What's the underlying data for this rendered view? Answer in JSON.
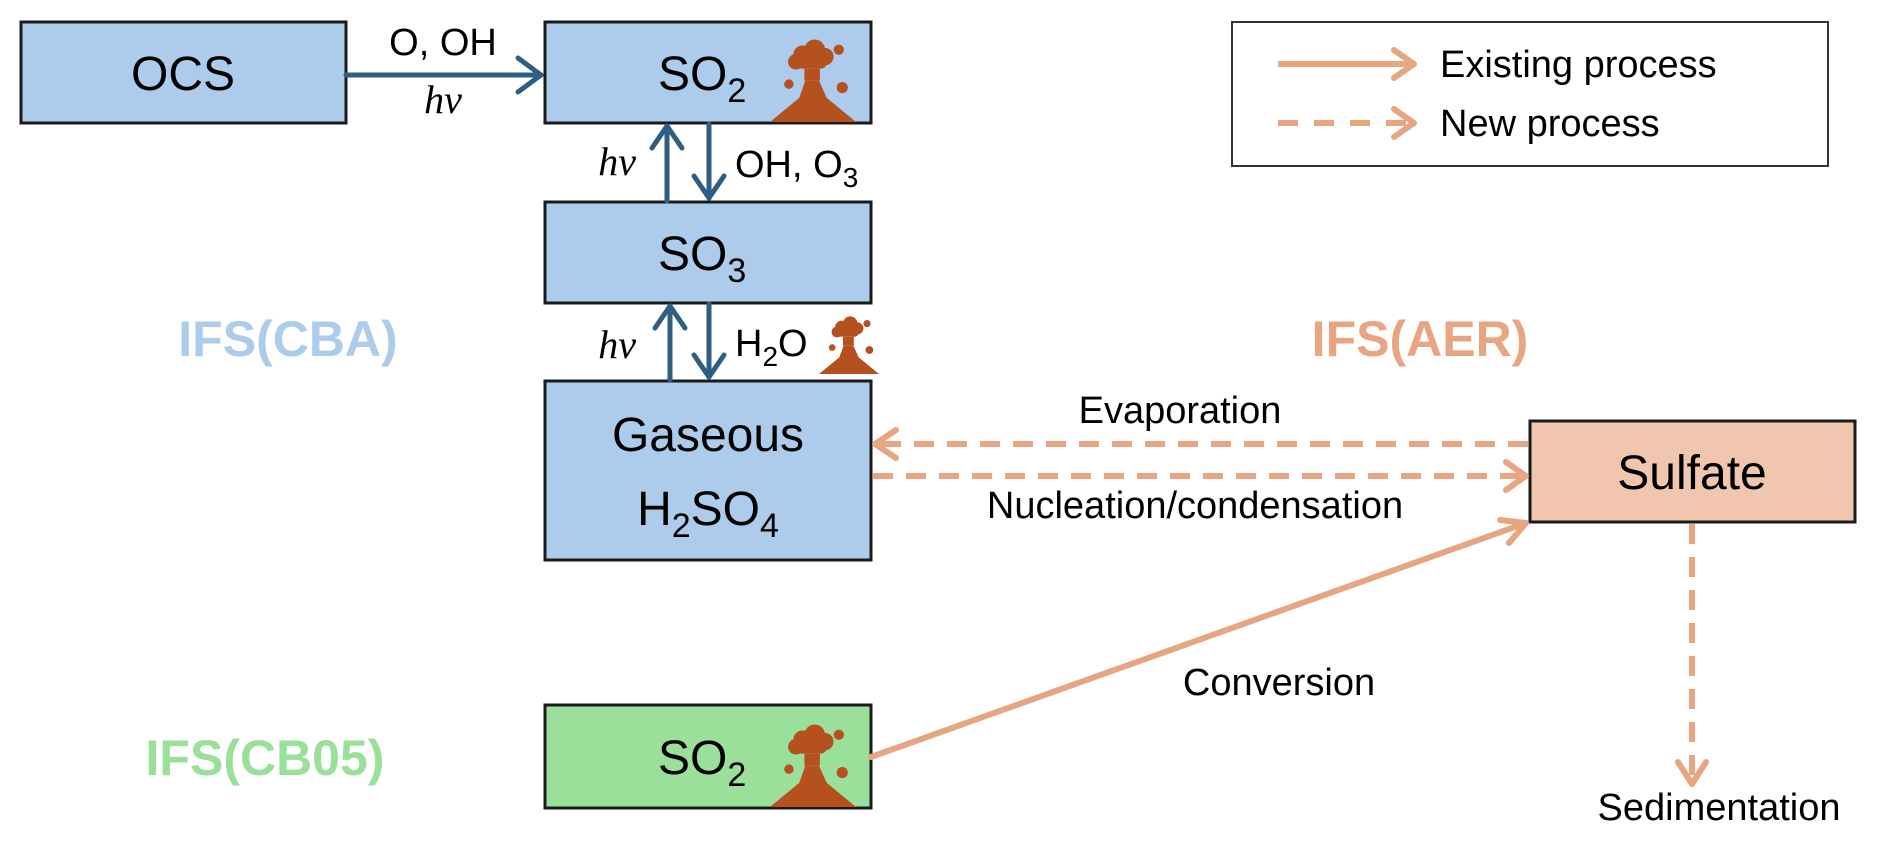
{
  "colors": {
    "cba_box": "#ADCBEA",
    "cb05_box": "#9AE09A",
    "sulfate_box": "#F1C6AE",
    "chem_arrow": "#2E5F82",
    "aer_arrow": "#E8A582",
    "volcano": "#B5501F",
    "cba_label": "#ADCBEA",
    "cb05_label": "#9AE09A",
    "aer_label": "#E8A582"
  },
  "models": {
    "cba": "IFS(CBA)",
    "aer": "IFS(AER)",
    "cb05": "IFS(CB05)"
  },
  "boxes": {
    "ocs": {
      "text": "OCS"
    },
    "so2_top": {
      "base": "SO",
      "sub": "2",
      "icon": "volcano-icon"
    },
    "so3": {
      "base": "SO",
      "sub": "3"
    },
    "h2so4": {
      "line1": "Gaseous",
      "h": "H",
      "sub1": "2",
      "so": "SO",
      "sub2": "4"
    },
    "sulfate": {
      "text": "Sulfate"
    },
    "so2_cb05": {
      "base": "SO",
      "sub": "2",
      "icon": "volcano-icon"
    }
  },
  "reactions": {
    "ocs_to_so2_top": "O, OH",
    "ocs_to_so2_bottom": "hν",
    "so2_so3_up": "hν",
    "so2_so3_down_base": "OH, O",
    "so2_so3_down_sub": "3",
    "so3_h2so4_up": "hν",
    "so3_h2so4_down_h": "H",
    "so3_h2so4_down_sub": "2",
    "so3_h2so4_down_o": "O"
  },
  "processes": {
    "evaporation": "Evaporation",
    "nucleation": "Nucleation/condensation",
    "conversion": "Conversion",
    "sedimentation": "Sedimentation"
  },
  "legend": {
    "existing": {
      "label": "Existing process",
      "style": "solid"
    },
    "new": {
      "label": "New process",
      "style": "dashed"
    }
  }
}
